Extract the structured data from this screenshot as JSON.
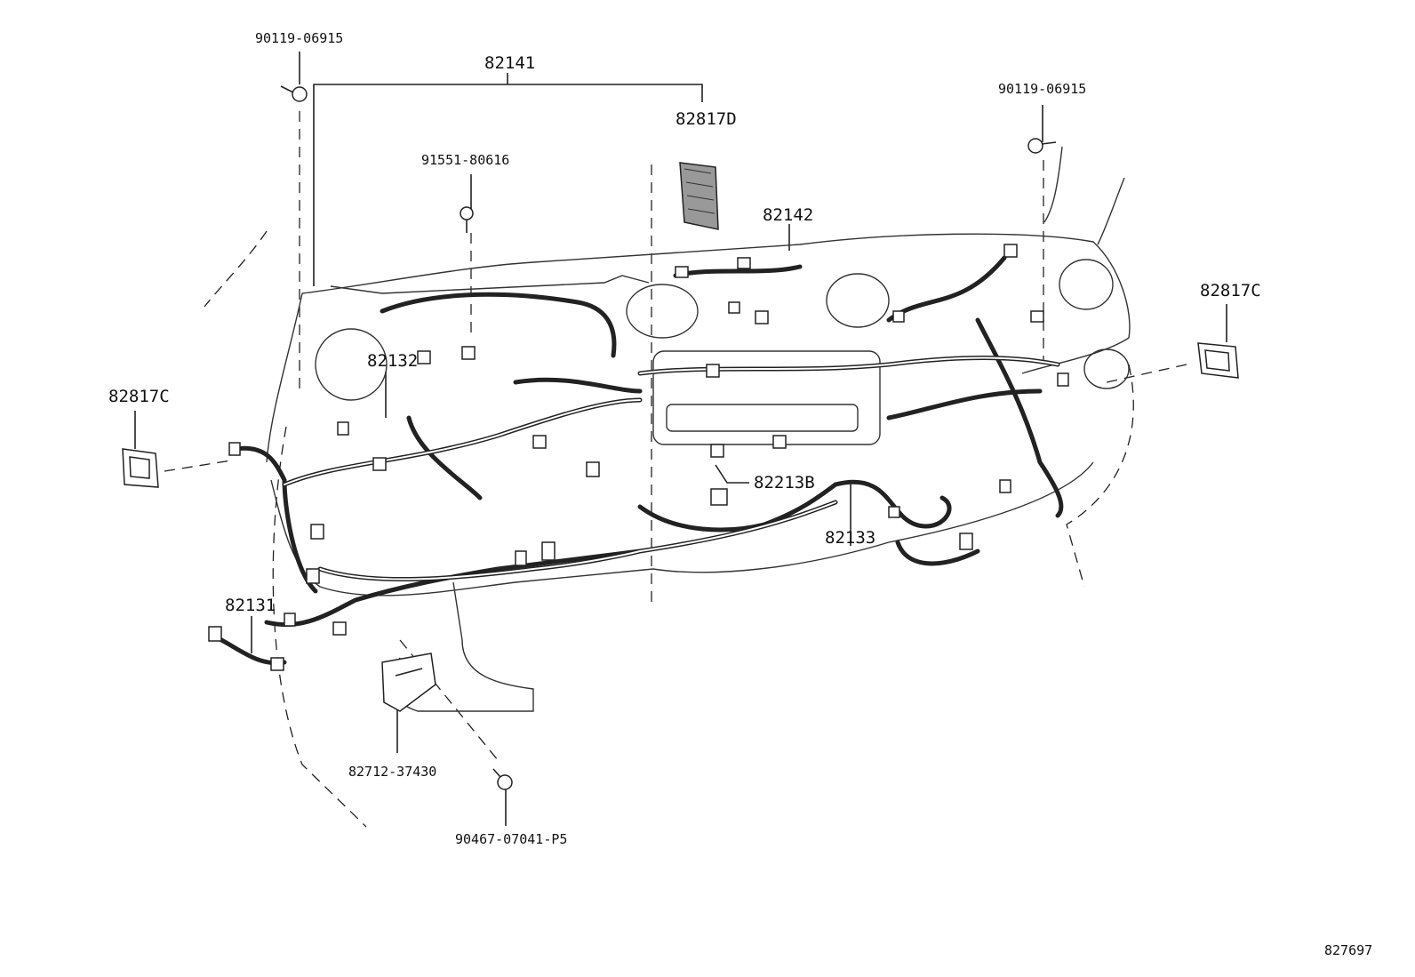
{
  "diagram": {
    "labels": {
      "screw_top_left": "90119-06915",
      "harness_82141": "82141",
      "protector_82817D": "82817D",
      "bolt_91551": "91551-80616",
      "harness_82142": "82142",
      "screw_top_right": "90119-06915",
      "grommet_right": "82817C",
      "harness_82132": "82132",
      "grommet_left": "82817C",
      "harness_82213B": "82213B",
      "harness_82133": "82133",
      "harness_82131": "82131",
      "bracket_82712": "82712-37430",
      "clip_90467": "90467-07041-P5",
      "figure_number": "827697"
    }
  }
}
